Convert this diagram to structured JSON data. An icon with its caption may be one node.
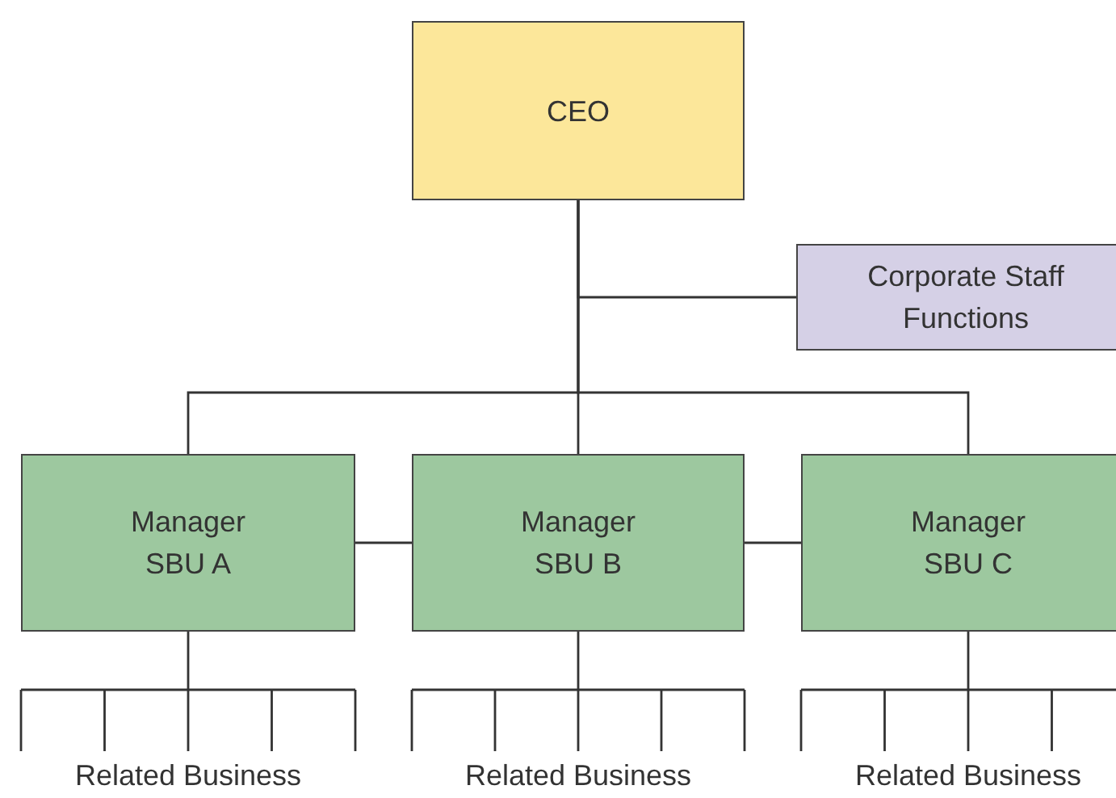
{
  "diagram": {
    "nodes": [
      {
        "text": [
          "CEO"
        ]
      },
      {
        "text": [
          "Corporate Staff Functions"
        ]
      },
      {
        "text": [
          "Manager SBU A"
        ]
      },
      {
        "text": [
          "Manager SBU B"
        ]
      },
      {
        "text": [
          "Manager SBU C"
        ]
      },
      {
        "text": [
          "Related Business"
        ]
      },
      {
        "text": [
          "Related Business"
        ]
      },
      {
        "text": [
          "Related Business"
        ]
      }
    ],
    "edges": [
      {
        "from": 0,
        "to": 1,
        "arrow": "none"
      },
      {
        "from": 0,
        "to": 2,
        "arrow": "none"
      },
      {
        "from": 0,
        "to": 3,
        "arrow": "none"
      },
      {
        "from": 0,
        "to": 4,
        "arrow": "none"
      },
      {
        "from": 2,
        "to": 3,
        "arrow": "none"
      },
      {
        "from": 3,
        "to": 4,
        "arrow": "none"
      },
      {
        "from": 2,
        "to": 5,
        "arrow": "none"
      },
      {
        "from": 3,
        "to": 6,
        "arrow": "none"
      },
      {
        "from": 4,
        "to": 7,
        "arrow": "none"
      }
    ]
  }
}
